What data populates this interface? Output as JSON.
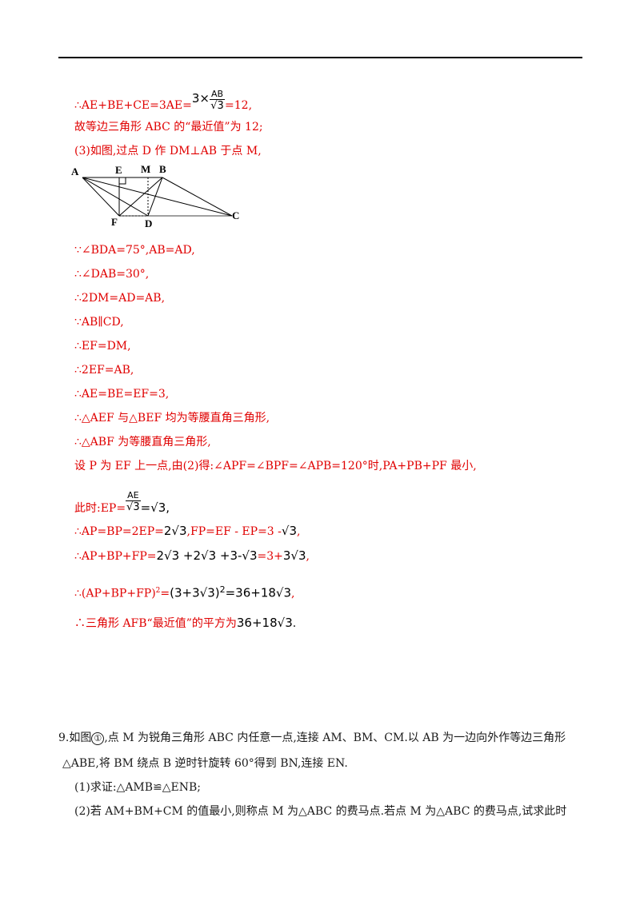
{
  "solution": {
    "l1_prefix": "∴AE+BE+CE=3AE=",
    "l1_frac_coef": "3×",
    "l1_frac_num": "AB",
    "l1_frac_den": "√3",
    "l1_suffix": "=12,",
    "l2": "故等边三角形 ABC 的“最近值”为 12;",
    "l3": "(3)如图,过点 D 作 DM⊥AB 于点 M,",
    "figure_labels": {
      "A": "A",
      "E": "E",
      "M": "M",
      "B": "B",
      "F": "F",
      "D": "D",
      "C": "C"
    },
    "l4": "∵∠BDA=75°,AB=AD,",
    "l5": "∴∠DAB=30°,",
    "l6": "∴2DM=AD=AB,",
    "l7": "∵AB∥CD,",
    "l8": "∴EF=DM,",
    "l9": "∴2EF=AB,",
    "l10": "∴AE=BE=EF=3,",
    "l11": "∴△AEF 与△BEF 均为等腰直角三角形,",
    "l12": "∴△ABF 为等腰直角三角形,",
    "l13": "设 P 为 EF 上一点,由(2)得:∠APF=∠BPF=∠APB=120°时,PA+PB+PF 最小,",
    "l14_prefix": "此时:EP=",
    "l14_frac_num": "AE",
    "l14_frac_den": "√3",
    "l14_eq": "=√3,",
    "l15_prefix": "∴AP=BP=2EP=",
    "l15_val1": "2√3",
    "l15_mid": ",FP=EF - EP=3 -",
    "l15_val2": "√3",
    "l15_end": ",",
    "l16_prefix": "∴AP+BP+FP=",
    "l16_expr": "2√3 +2√3 +3-√3",
    "l16_eq": "=3+",
    "l16_val": "3√3",
    "l16_end": ",",
    "l17_prefix": "∴(AP+BP+FP)",
    "l17_sup": "2",
    "l17_eq": "=",
    "l17_expr": "(3+3√3)",
    "l17_sup2": "2",
    "l17_res": "=36+18√3",
    "l17_end": ",",
    "l18_prefix": "∴三角形 AFB“最近值”的平方为",
    "l18_val": "36+18√3",
    "l18_end": "."
  },
  "question": {
    "q9_prefix": "9.如图",
    "q9_circle": "①",
    "q9_text": ",点 M 为锐角三角形 ABC 内任意一点,连接 AM、BM、CM.以 AB 为一边向外作等边三角形",
    "q9_line2": "△ABE,将 BM 绕点 B 逆时针旋转 60°得到 BN,连接 EN.",
    "q9_part1": "(1)求证:△AMB≌△ENB;",
    "q9_part2": "(2)若 AM+BM+CM 的值最小,则称点 M 为△ABC 的费马点.若点 M 为△ABC 的费马点,试求此时"
  }
}
